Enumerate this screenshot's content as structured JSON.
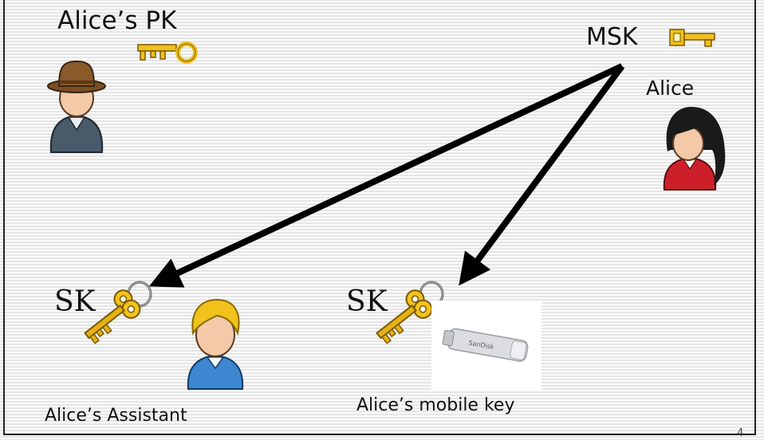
{
  "labels": {
    "alice_pk": "Alice’s PK",
    "msk": "MSK",
    "alice": "Alice",
    "sk_assistant": "SK",
    "sk_mobile": "SK",
    "assistant": "Alice’s Assistant",
    "mobile_key": "Alice’s mobile key",
    "usb_brand": "SanDisk"
  },
  "page_number": "4",
  "colors": {
    "arrow": "#000000",
    "key_gold": "#f0c020",
    "key_outline": "#7a5a00",
    "hat_brown": "#8b5a2b",
    "coat_slate": "#4a5a6a",
    "alice_hair": "#1a1a1a",
    "alice_dress": "#cc1f2a",
    "assistant_hair": "#f1c21b",
    "assistant_shirt": "#3f86d0",
    "skin": "#f3c9a8"
  },
  "icons": [
    "bob-figure",
    "alice-figure",
    "assistant-figure",
    "msk-key-icon",
    "pk-key-icon",
    "sk-key-icon",
    "usb-stick-photo"
  ]
}
